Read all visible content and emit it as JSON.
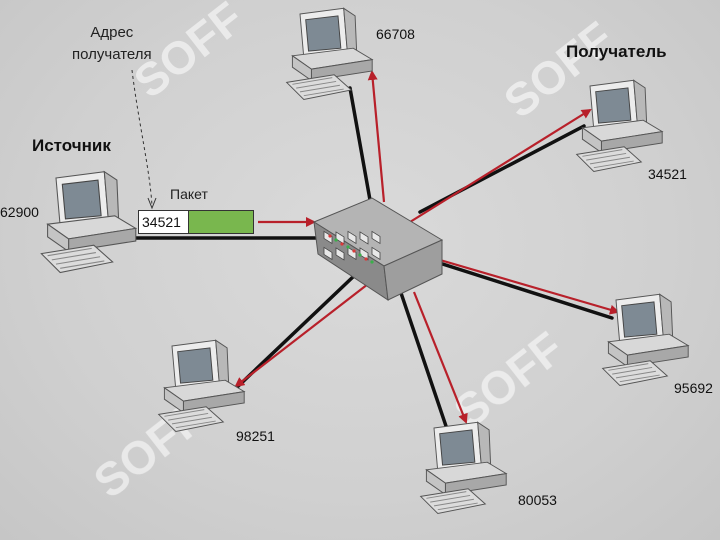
{
  "labels": {
    "address_line1": "Адрес",
    "address_line2": "получателя",
    "source": "Источник",
    "receiver": "Получатель",
    "packet": "Пакет"
  },
  "packet": {
    "address": "34521",
    "body_color": "#79b74e"
  },
  "computers": {
    "source": "62900",
    "top": "66708",
    "receiver": "34521",
    "right": "95692",
    "bottom": "80053",
    "left_bottom": "98251"
  },
  "colors": {
    "cable": "#111111",
    "arrow": "#b8202a"
  },
  "watermark": "SOFF"
}
